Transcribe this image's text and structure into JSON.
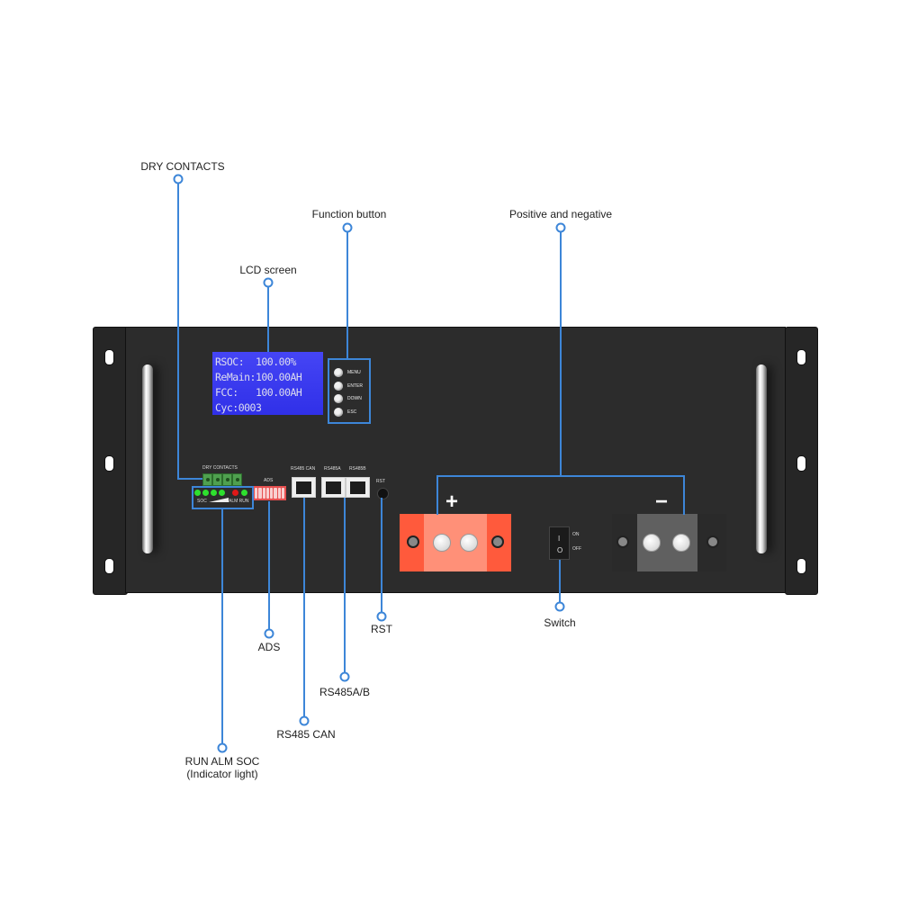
{
  "labels": {
    "dry_contacts": "DRY CONTACTS",
    "function_button": "Function button",
    "lcd_screen": "LCD screen",
    "positive_negative": "Positive and negative",
    "indicator_line1": "RUN ALM SOC",
    "indicator_line2": "(Indicator light)",
    "ads": "ADS",
    "rs485_can": "RS485 CAN",
    "rs485ab": "RS485A/B",
    "rst": "RST",
    "switch": "Switch"
  },
  "lcd": {
    "lines": [
      "RSOC:  100.00%",
      "ReMain:100.00AH",
      "FCC:   100.00AH",
      "Cyc:0003"
    ]
  },
  "function_buttons": [
    "MENU",
    "ENTER",
    "DOWN",
    "ESC"
  ],
  "panel": {
    "dry_contacts_label": "DRY CONTACTS",
    "soc_label": "SOC",
    "alm_run_label": "ALM RUN",
    "ads_label": "ADS",
    "rs485_can_label": "RS485 CAN",
    "rs485a_label": "RS485A",
    "rs485b_label": "RS485B",
    "rst_label": "RST",
    "switch_on": "ON",
    "switch_off": "OFF",
    "switch_on_glyph": "I",
    "switch_off_glyph": "O",
    "plus_sign": "+",
    "minus_sign": "−"
  },
  "leds": [
    {
      "name": "soc-1",
      "color": "#2ee02e"
    },
    {
      "name": "soc-2",
      "color": "#2ee02e"
    },
    {
      "name": "soc-3",
      "color": "#2ee02e"
    },
    {
      "name": "soc-4",
      "color": "#2ee02e"
    },
    {
      "name": "alm",
      "color": "#e01818"
    },
    {
      "name": "run",
      "color": "#2ee02e"
    }
  ],
  "colors": {
    "callout": "#3d86d8",
    "lcd_bg": "#3838ee",
    "positive_terminal": "#ff5a3c",
    "negative_terminal": "#2a2a2a"
  }
}
